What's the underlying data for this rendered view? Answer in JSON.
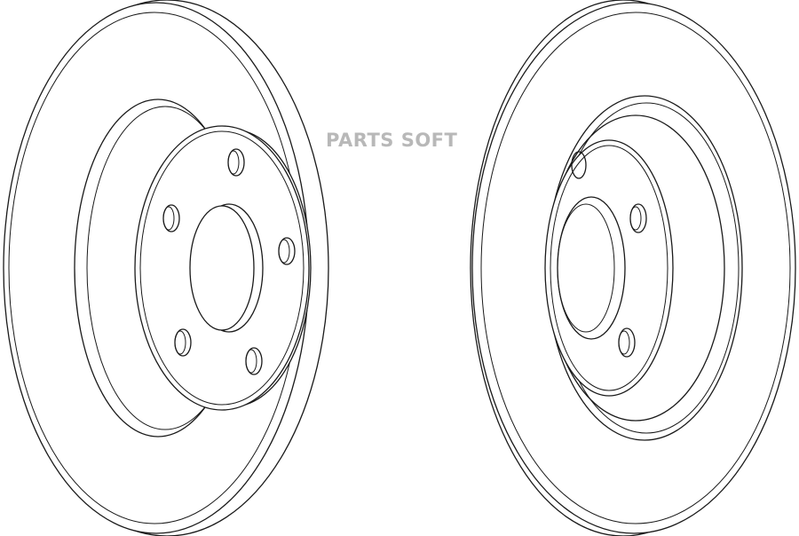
{
  "watermark": {
    "text": "PARTS SOFT"
  },
  "figure": {
    "views": [
      "front-view",
      "rear-view"
    ],
    "bolt_holes": 5,
    "line_color": "#1a1a1a",
    "watermark_color": "#b8b8b8"
  }
}
